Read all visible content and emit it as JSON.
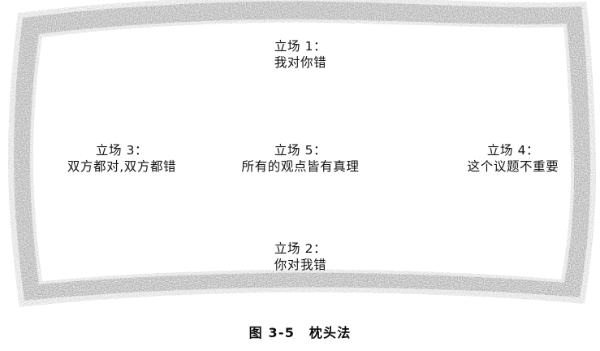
{
  "figure": {
    "caption_number": "图 3-5",
    "caption_title": "枕头法",
    "frame_color": "#9c9c9c",
    "text_color": "#131313",
    "background_color": "#ffffff"
  },
  "positions": [
    {
      "id": "position-1",
      "title": "立场 1：",
      "desc": "我对你错"
    },
    {
      "id": "position-3",
      "title": "立场 3：",
      "desc": "双方都对,双方都错"
    },
    {
      "id": "position-5",
      "title": "立场 5：",
      "desc": "所有的观点皆有真理"
    },
    {
      "id": "position-4",
      "title": "立场 4：",
      "desc": "这个议题不重要"
    },
    {
      "id": "position-2",
      "title": "立场 2：",
      "desc": "你对我错"
    }
  ]
}
